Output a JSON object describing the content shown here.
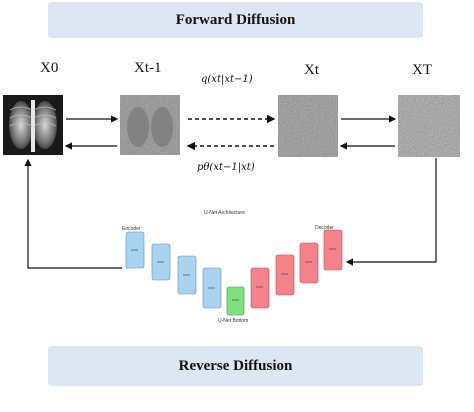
{
  "banners": {
    "forward": "Forward Diffusion",
    "reverse": "Reverse Diffusion"
  },
  "labels": {
    "x0": "X0",
    "xt_minus_1": "Xt-1",
    "xt": "Xt",
    "xT": "XT"
  },
  "formulas": {
    "forward": "q(xt|xt−1)",
    "reverse": "pθ(xt−1|xt)"
  },
  "unet": {
    "title": "U-Net Architecture",
    "encoder": "Encoder",
    "decoder": "Decoder",
    "bottom": "U-Net Bottom"
  },
  "colors": {
    "banner_bg": "#dde7f3",
    "encoder": "#a9d3ef",
    "bottom": "#7fe07f",
    "decoder": "#f4828a",
    "noise": "#8a8a8a",
    "arrow": "#111111"
  }
}
